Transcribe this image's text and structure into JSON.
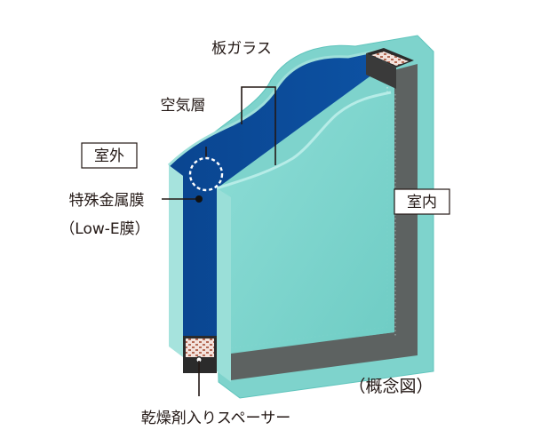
{
  "labels": {
    "plate_glass": "板ガラス",
    "air_layer": "空気層",
    "outdoor": "室外",
    "indoor": "室内",
    "special_metal_film": "特殊金属膜",
    "low_e_film": "（Low-E膜）",
    "desiccant_spacer": "乾燥剤入りスペーサー",
    "conceptual_diagram": "（概念図）"
  },
  "colors": {
    "outer_glass": "#0b4a95",
    "outer_glass_dark": "#083b7c",
    "inner_glass": "#7fd6cf",
    "inner_glass_light": "#a8e6e0",
    "glass_edge": "#5fc4bc",
    "spacer_frame": "#5f6463",
    "spacer_dark": "#2b2b2b",
    "desiccant": "#b46a55",
    "text": "#231815"
  },
  "icons": {
    "air_layer_marker": "dashed-circle-icon",
    "film_marker": "dot-icon"
  }
}
